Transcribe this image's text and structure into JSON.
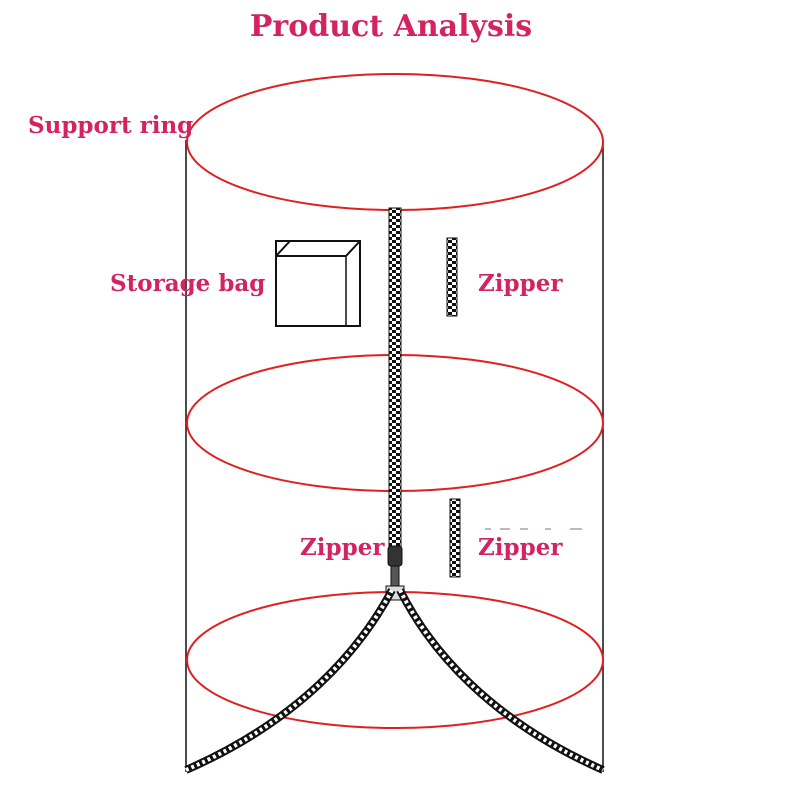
{
  "title": "Product Analysis",
  "labels": {
    "support_ring": "Support ring",
    "storage_bag": "Storage bag",
    "zipper_top": "Zipper",
    "zipper_middle": "Zipper",
    "zipper_right": "Zipper"
  },
  "colors": {
    "text": "#d3245f",
    "ring_stroke": "#e02020",
    "outline": "#111111",
    "zipper_teeth_dark": "#111111",
    "zipper_teeth_light": "#ffffff"
  }
}
